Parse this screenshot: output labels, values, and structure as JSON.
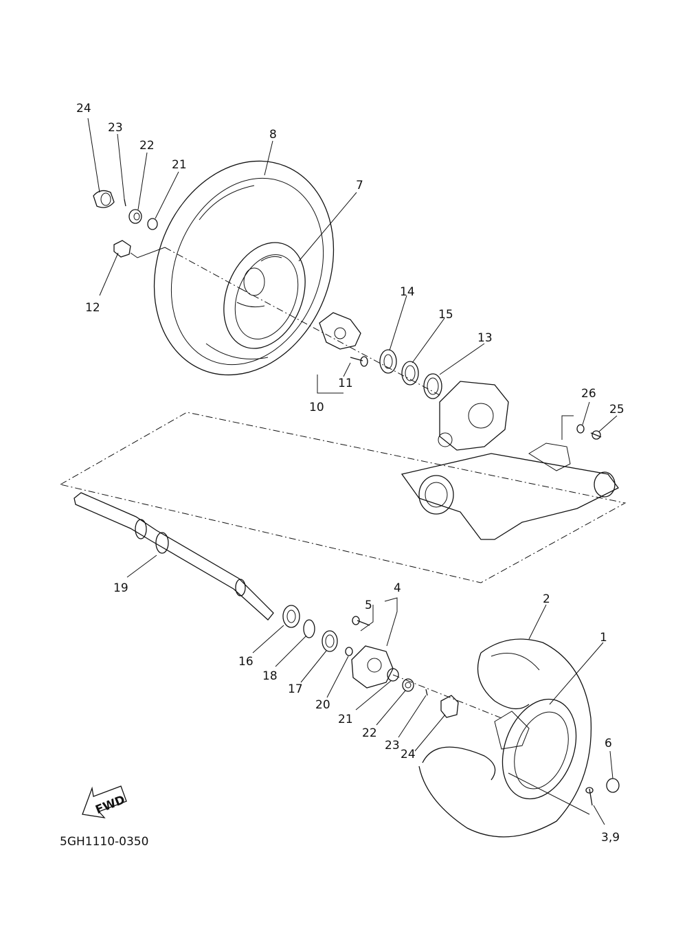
{
  "diagram": {
    "code": "5GH1110-0350",
    "fwd_label": "FWD",
    "callouts": [
      {
        "id": "c24a",
        "text": "24"
      },
      {
        "id": "c23a",
        "text": "23"
      },
      {
        "id": "c22a",
        "text": "22"
      },
      {
        "id": "c21a",
        "text": "21"
      },
      {
        "id": "c8",
        "text": "8"
      },
      {
        "id": "c7",
        "text": "7"
      },
      {
        "id": "c12",
        "text": "12"
      },
      {
        "id": "c14",
        "text": "14"
      },
      {
        "id": "c15",
        "text": "15"
      },
      {
        "id": "c13",
        "text": "13"
      },
      {
        "id": "c11",
        "text": "11"
      },
      {
        "id": "c10",
        "text": "10"
      },
      {
        "id": "c26",
        "text": "26"
      },
      {
        "id": "c25",
        "text": "25"
      },
      {
        "id": "c19",
        "text": "19"
      },
      {
        "id": "c4",
        "text": "4"
      },
      {
        "id": "c5",
        "text": "5"
      },
      {
        "id": "c2",
        "text": "2"
      },
      {
        "id": "c1",
        "text": "1"
      },
      {
        "id": "c16",
        "text": "16"
      },
      {
        "id": "c18",
        "text": "18"
      },
      {
        "id": "c17",
        "text": "17"
      },
      {
        "id": "c20",
        "text": "20"
      },
      {
        "id": "c21b",
        "text": "21"
      },
      {
        "id": "c22b",
        "text": "22"
      },
      {
        "id": "c23b",
        "text": "23"
      },
      {
        "id": "c24b",
        "text": "24"
      },
      {
        "id": "c6",
        "text": "6"
      },
      {
        "id": "c39",
        "text": "3,9"
      }
    ]
  }
}
